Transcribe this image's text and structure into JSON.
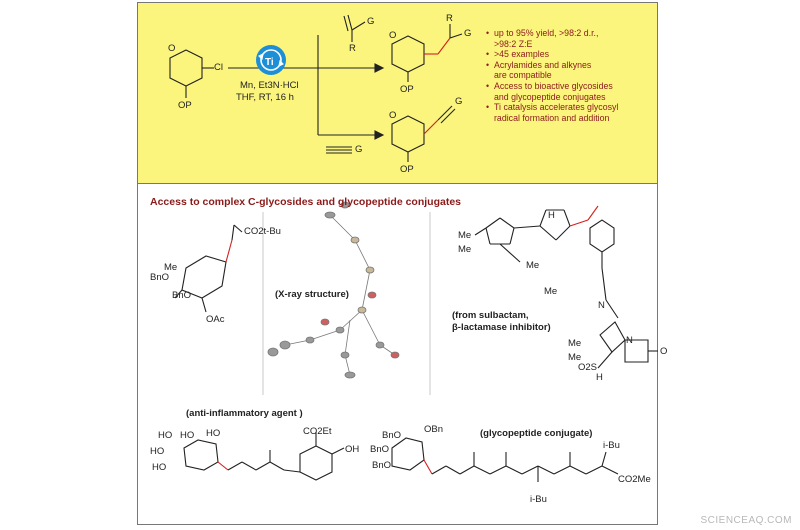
{
  "reaction": {
    "catalyst": "Ti",
    "conditions_line1": "Mn, Et3N·HCl",
    "conditions_line2": "THF, RT, 16 h",
    "sm_substituent": "Cl",
    "protecting_group": "OP",
    "alkene_G": "G",
    "alkene_R": "R",
    "alkyne_G": "G",
    "product_top_R": "R",
    "product_top_G": "G",
    "product_bottom_G": "G",
    "ring_oxygen": "O"
  },
  "highlights": {
    "items": [
      {
        "line1": "up to 95% yield, >98:2 d.r.,",
        "line2": ">98:2 Z:E"
      },
      {
        "line1": ">45 examples",
        "line2": ""
      },
      {
        "line1": "Acrylamides and alkynes",
        "line2": "are compatible"
      },
      {
        "line1": "Access to bioactive glycosides",
        "line2": "and glycopeptide conjugates"
      },
      {
        "line1": "Ti catalysis accelerates glycosyl",
        "line2": "radical formation and addition"
      }
    ]
  },
  "section": {
    "title": "Access to complex C-glycosides and glycopeptide conjugates"
  },
  "examples": {
    "ester_label": "CO2t-Bu",
    "me_label": "Me",
    "bno1": "BnO",
    "bno2": "BnO",
    "oac": "OAc",
    "xray_label": "(X-ray structure)",
    "sulbactam_label1": "(from sulbactam,",
    "sulbactam_label2": "β-lactamase inhibitor)",
    "me_a": "Me",
    "me_b": "Me",
    "me_c": "Me",
    "me_d": "Me",
    "me_e": "Me",
    "me_f": "Me",
    "nh": "N",
    "h_label": "H",
    "h_label2": "H",
    "so2": "O2S",
    "n_label": "N",
    "o_label": "O",
    "anti_label": "(anti-inflammatory agent )",
    "co2et": "CO2Et",
    "oh": "OH",
    "ho1": "HO",
    "ho2": "HO",
    "ho3": "HO",
    "ho4": "HO",
    "ho5": "HO",
    "glyco_label": "(glycopeptide conjugate)",
    "obn": "OBn",
    "bno3": "BnO",
    "bno4": "BnO",
    "bno5": "BnO",
    "ibu1": "i-Bu",
    "ibu2": "i-Bu",
    "co2me": "CO2Me"
  },
  "watermark": "SCIENCEAQ.COM",
  "colors": {
    "panel_yellow": "#fbf57e",
    "bullet_red": "#8b1a1a",
    "catalyst_blue": "#1c8fd6",
    "bond_red": "#d42020",
    "bond_dark": "#222222"
  },
  "icons": [
    "cycle-arrows-icon"
  ]
}
